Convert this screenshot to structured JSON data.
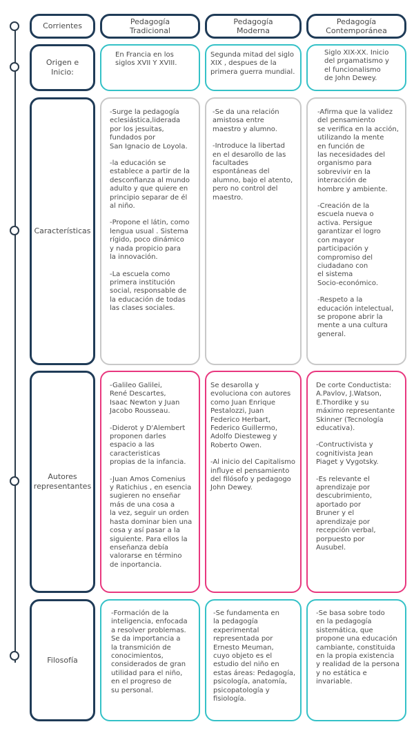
{
  "headers": {
    "corrientes": "Corrientes",
    "tradicional": "Pedagogía\nTradicional",
    "moderna": "Pedagogía\nModerna",
    "contemporanea": "Pedagogía\nContemporánea"
  },
  "rows": {
    "origen": {
      "label": "Origen e\nInicio:",
      "tradicional": "En Francia en los\nsiglos XVII Y XVIII.",
      "moderna": "Segunda mitad del siglo\nXIX , despues de la\nprimera guerra mundial.",
      "contemporanea": "Siglo XIX-XX. Inicio\ndel prgamatismo y\nel funcionalismo\nde John Dewey."
    },
    "caracteristicas": {
      "label": "Características",
      "tradicional": [
        "-Surge la pedagogía\n eclesiástica,liderada\npor los jesuitas,\nfundados por\n San Ignacio de Loyola.",
        "-la educación se\nestablece a partir de la\ndesconfianza al mundo\nadulto y que quiere en\nprincipio separar de él\nal niño.",
        "-Propone el látin, como\nlengua usual . Sistema\nrígido, poco dinámico\n y  nada propicio para\nla innovación.",
        "-La escuela como\nprimera institución\nsocial, responsable de\nla educación de todas\nlas clases sociales."
      ],
      "moderna": [
        "-Se da una relación\namistosa entre\nmaestro  y alumno.",
        "-Introduce la libertad\nen el desarollo de las\nfacultades\nespontáneas del\nalumno, bajo el atento,\npero no control del\nmaestro."
      ],
      "contemporanea": [
        "-Afirma que la validez\ndel pensamiento\nse verifica en la acción,\nutilizando la mente\nen función de\nlas necesidades del\norganismo para\nsobrevivir en la\ninteracción de\nhombre y ambiente.",
        "-Creación de la\nescuela nueva o\nactiva. Persigue\ngarantizar el logro\ncon mayor\nparticipación y\ncompromiso del\nciudadano con\nel sistema\nSocio-económico.",
        "-Respeto a la\neducación intelectual,\nse propone abrir  la\nmente a una cultura\ngeneral."
      ]
    },
    "autores": {
      "label": "Autores\nrepresentantes",
      "tradicional": [
        "-Galileo Galilei,\n René Descartes,\n Isaac Newton y Juan\n Jacobo Rousseau.",
        "-Diderot y D'Alembert\nproponen darles\nespacio a las\ncaracteristicas\npropias de la infancia.",
        "-Juan Amos Comenius\ny Ratichius , en esencia\nsugieren no enseñar\nmás de una cosa a\nla vez, seguir un orden\nhasta dominar bien una\ncosa y así pasar a la\nsiguiente. Para ellos la\nenseñanza debía\nvalorarse en término\nde inportancia."
      ],
      "moderna": [
        "Se desarolla y\nevoluciona  con autores\ncomo Juan Enrique\nPestalozzi, Juan\nFederico Herbart,\nFederico Guillermo,\nAdolfo Diesteweg y\nRoberto Owen.",
        "-Al inicio del  Capitalismo\ninfluye el pensamiento\ndel filósofo y pedagogo\nJohn Dewey."
      ],
      "contemporanea": [
        "De corte Conductista:\nA.Pavlov, J.Watson,\nE.Thordike y su\nmáximo representante\nSkinner (Tecnología\neducativa).",
        "-Contructivista y\ncognitivista Jean\nPiaget y Vygotsky.",
        "-Es relevante el\naprendizaje por\ndescubrimiento,\naportado por\nBruner y el\naprendizaje por\nrecepción verbal,\nporpuesto por\nAusubel."
      ]
    },
    "filosofia": {
      "label": "Filosofía",
      "tradicional": "-Formación de la\ninteligencia, enfocada\na resolver problemas.\nSe da importancia a\n la  transmición de\nconocimientos,\nconsiderados de gran\nutilidad para el niño,\nen el progreso de\nsu personal.",
      "moderna": "-Se fundamenta en\nla pedagogía\nexperimental\nrepresentada por\nErnesto  Meuman,\ncuyo  objeto  es el\nestudio  del niño en\nestas áreas: Pedagogía,\npsicología,  anatomía,\npsicopatología y\nfisiología.",
      "contemporanea": "-Se basa sobre todo\nen la pedagogía\nsistemática, que\npropone una educación\ncambiante, constituida\nen la propia existencia\ny realidad de la persona\ny no estática e\ninvariable."
    }
  },
  "colors": {
    "navy": "#1f3b57",
    "teal": "#34c1c7",
    "gray": "#c8c8c8",
    "pink": "#e8377e"
  }
}
